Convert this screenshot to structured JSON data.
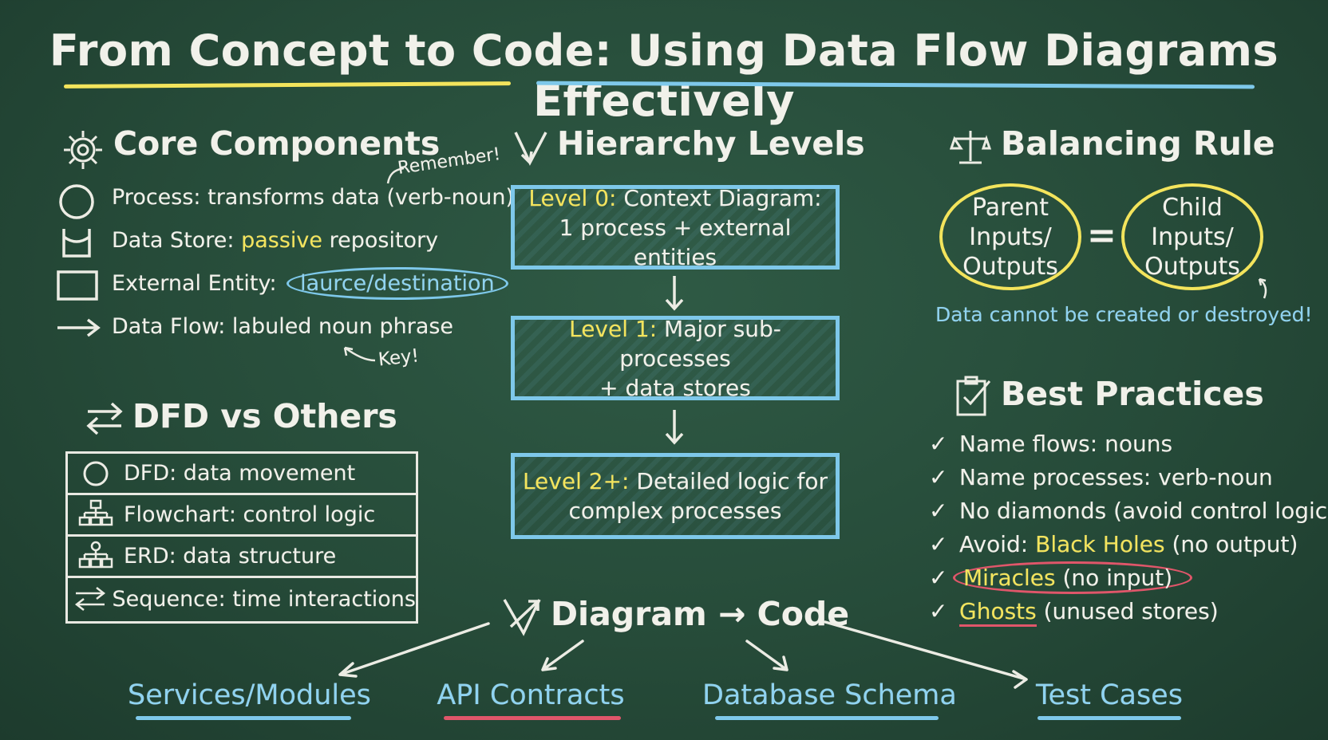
{
  "title": "From Concept to Code: Using Data Flow Diagrams Effectively",
  "core": {
    "heading": "Core Components",
    "remember": "Remember!",
    "key_note": "Key!",
    "items": [
      {
        "label": "Process:",
        "rest": " transforms data (verb-noun)",
        "icon": "circle-icon"
      },
      {
        "label": "Data Store:",
        "highlight": "passive",
        "rest": " repository",
        "icon": "data-store-icon"
      },
      {
        "label": "External Entity:",
        "highlight": "laurce/destination",
        "icon": "rectangle-icon"
      },
      {
        "label": "Data Flow:",
        "rest": " labuled noun phrase",
        "icon": "arrow-icon"
      }
    ]
  },
  "vs": {
    "heading": "DFD vs Others",
    "rows": [
      {
        "label": "DFD:",
        "rest": " data movement",
        "icon": "circle-icon"
      },
      {
        "label": "Flowchart:",
        "rest": " control logic",
        "icon": "flowchart-icon"
      },
      {
        "label": "ERD:",
        "rest": " data structure",
        "icon": "erd-icon"
      },
      {
        "label": "Sequence:",
        "rest": " time interactions",
        "icon": "swap-arrows-icon"
      }
    ]
  },
  "hierarchy": {
    "heading": "Hierarchy Levels",
    "levels": [
      {
        "tag": "Level 0:",
        "line1": " Context Diagram:",
        "line2": "1 process + external entities"
      },
      {
        "tag": "Level 1:",
        "line1": " Major sub-processes",
        "line2": "+ data stores"
      },
      {
        "tag": "Level 2+:",
        "line1": " Detailed logic for",
        "line2": "complex processes"
      }
    ]
  },
  "balancing": {
    "heading": "Balancing Rule",
    "parent": [
      "Parent",
      "Inputs/",
      "Outputs"
    ],
    "equals": "=",
    "child": [
      "Child",
      "Inputs/",
      "Outputs"
    ],
    "note": "Data cannot be created or destroyed!"
  },
  "best": {
    "heading": "Best Practices",
    "check": "✓",
    "items": [
      {
        "text": "Name flows: nouns"
      },
      {
        "text": "Name processes: verb-noun"
      },
      {
        "text": "No diamonds (avoid control logic)"
      },
      {
        "prefix": "Avoid: ",
        "highlight": "Black Holes",
        "suffix": " (no output)"
      },
      {
        "prefix": "",
        "highlight": "Miracles",
        "suffix": " (no input)"
      },
      {
        "prefix": "",
        "highlight": "Ghosts",
        "suffix": " (unused stores)"
      }
    ]
  },
  "code": {
    "left": "Diagram",
    "arrow": "→",
    "right": "Code",
    "targets": [
      "Services/Modules",
      "API Contracts",
      "Database Schema",
      "Test Cases"
    ]
  },
  "colors": {
    "chalk_yellow": "#f3e45c",
    "chalk_blue": "#8fd3f0",
    "chalk_red": "#e0566a",
    "board": "#264b39"
  }
}
